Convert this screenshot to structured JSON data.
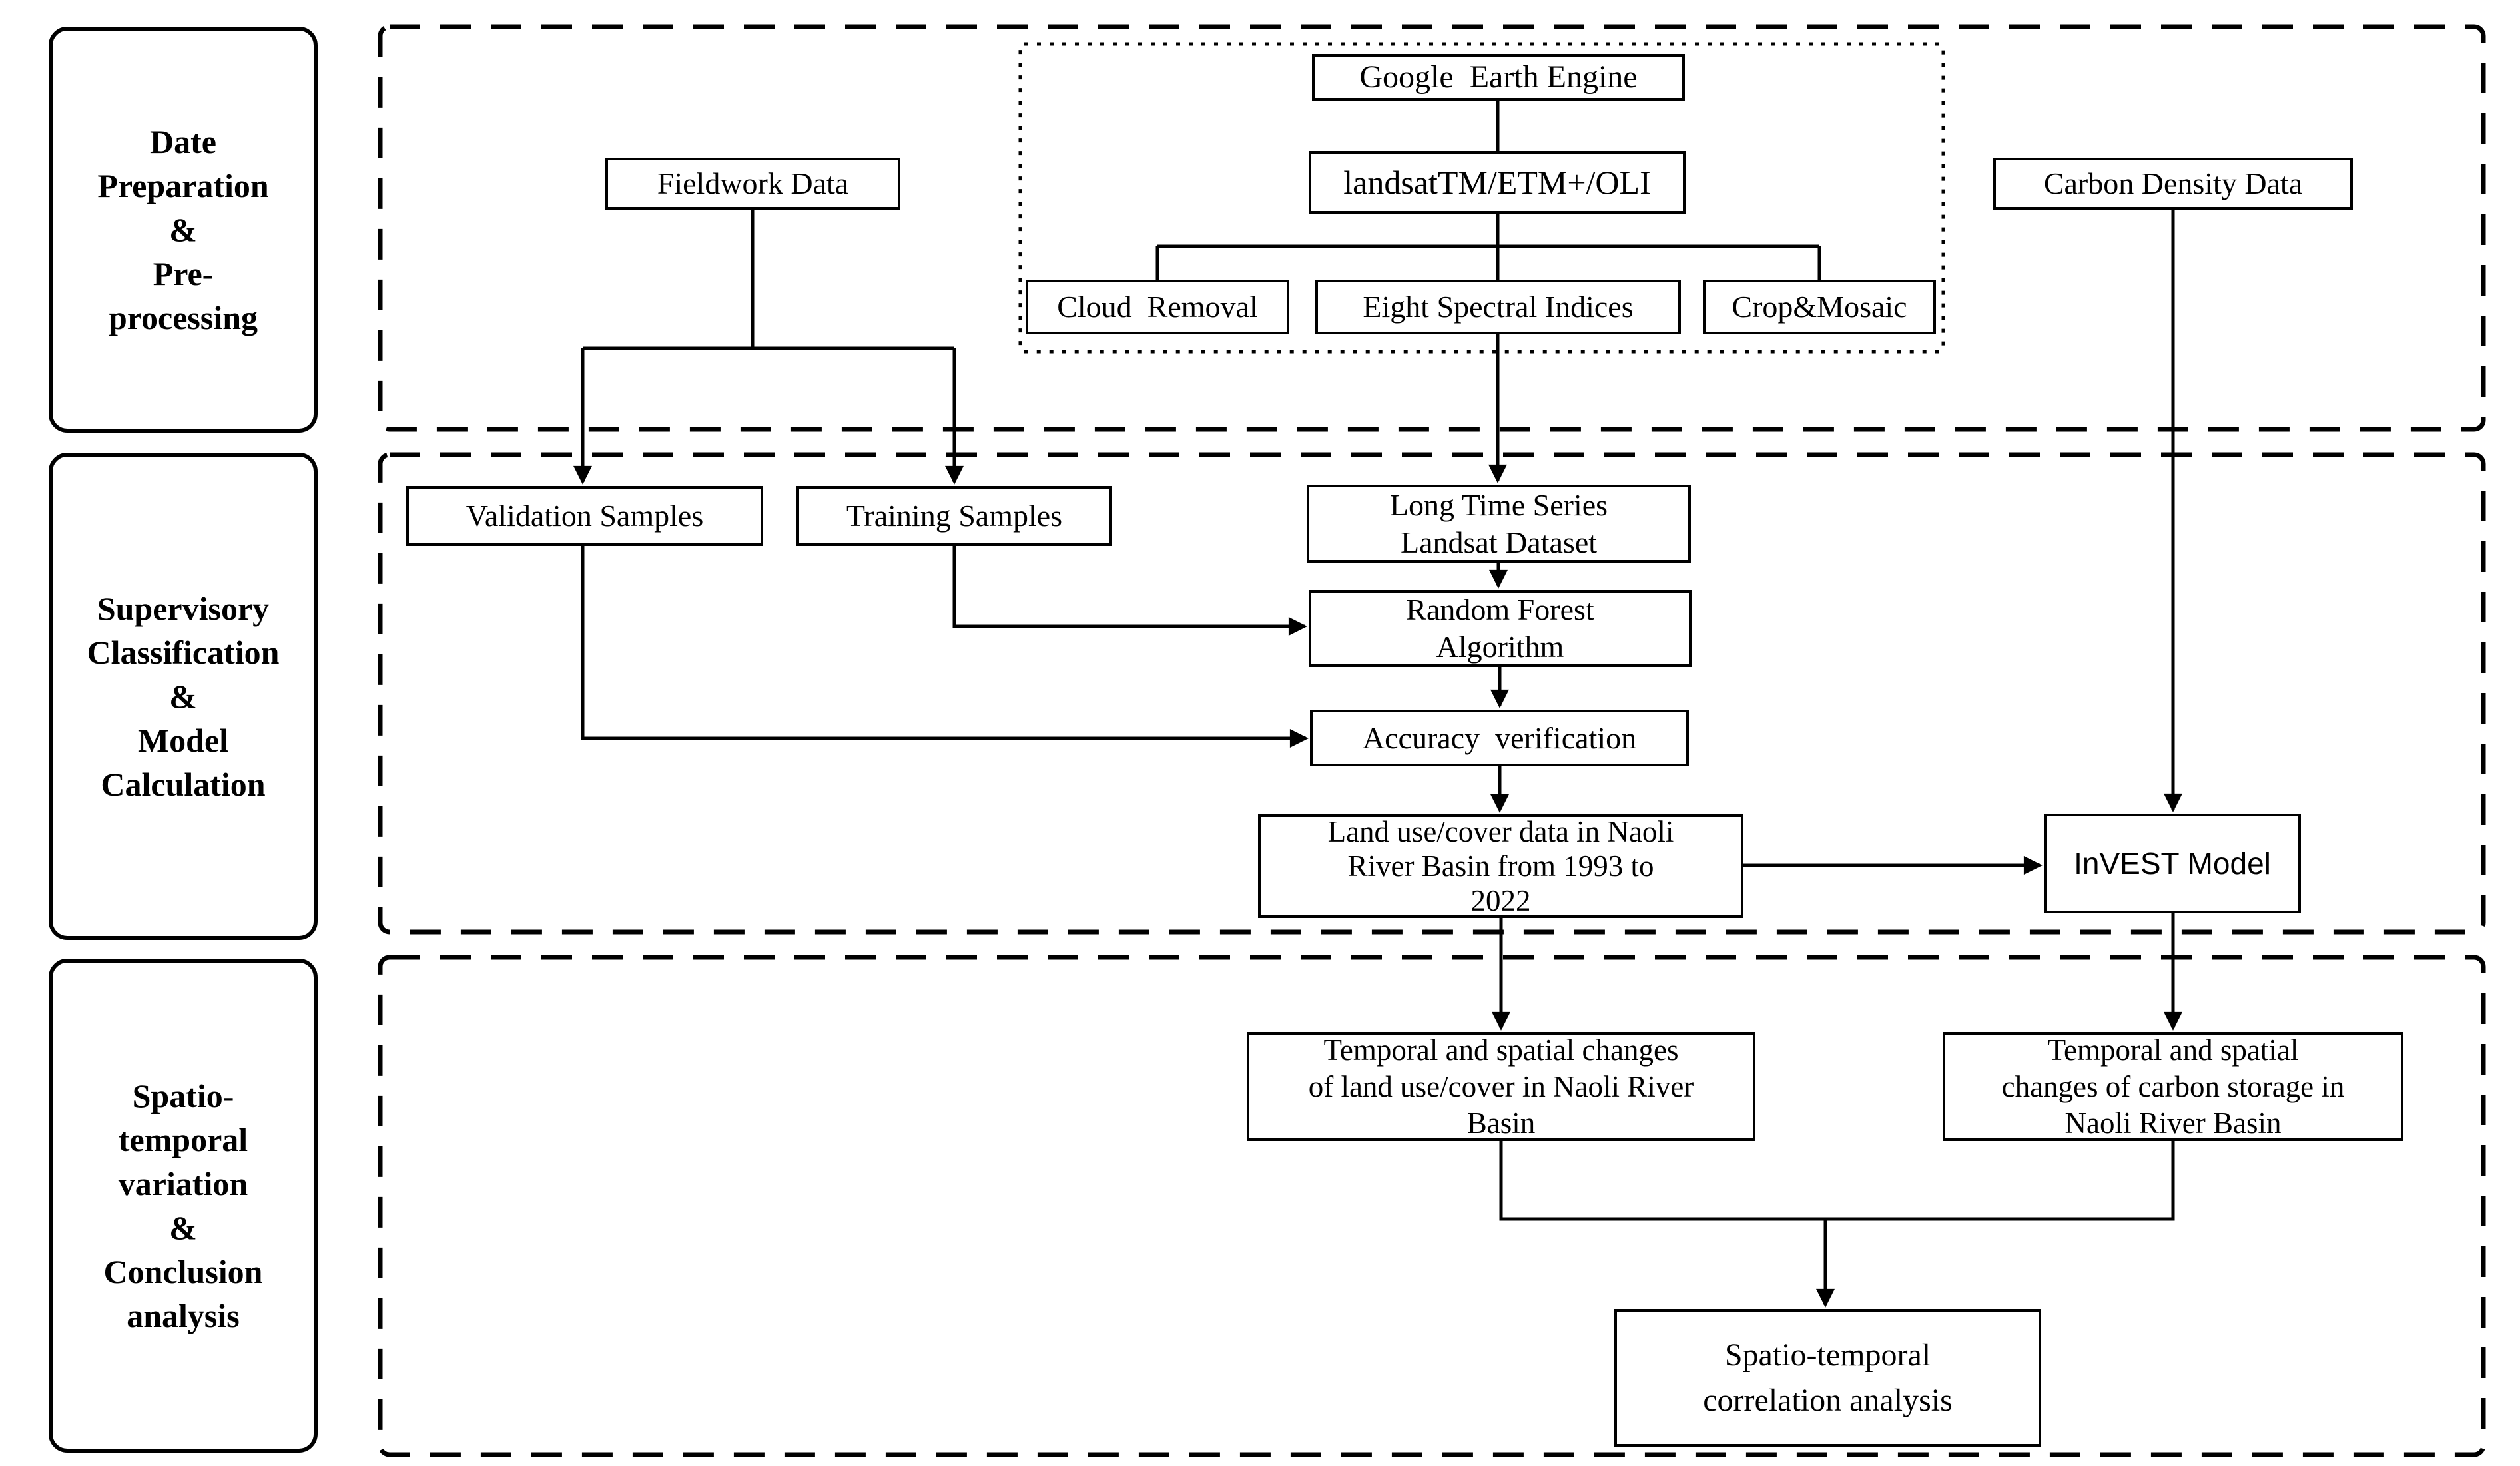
{
  "diagram": {
    "title_hint": "Research workflow flowchart",
    "colors": {
      "ink": "#000000",
      "background": "#ffffff"
    },
    "stages": [
      {
        "label": "Date\nPreparation\n&\nPre-\nprocessing"
      },
      {
        "label": "Supervisory\nClassification\n&\nModel\nCalculation"
      },
      {
        "label": "Spatio-\ntemporal\nvariation\n&\nConclusion\nanalysis"
      }
    ],
    "nodes": {
      "gee": "Google  Earth Engine",
      "landsat": "landsatTM/ETM+/OLI",
      "cloud_removal": "Cloud  Removal",
      "spectral_indices": "Eight Spectral Indices",
      "crop_mosaic": "Crop&Mosaic",
      "fieldwork": "Fieldwork Data",
      "carbon_density": "Carbon Density Data",
      "validation_samples": "Validation Samples",
      "training_samples": "Training Samples",
      "landsat_dataset": "Long Time Series\nLandsat Dataset",
      "random_forest": "Random Forest\nAlgorithm",
      "accuracy": "Accuracy  verification",
      "land_use": "Land use/cover data in Naoli\nRiver Basin from 1993 to\n2022",
      "invest": "InVEST Model",
      "temporal_land_use": "Temporal and spatial changes\nof land use/cover in Naoli River\nBasin",
      "temporal_carbon": "Temporal and spatial\nchanges of carbon storage in\nNaoli River Basin",
      "spatio_correlation": "Spatio-temporal\ncorrelation analysis"
    }
  }
}
